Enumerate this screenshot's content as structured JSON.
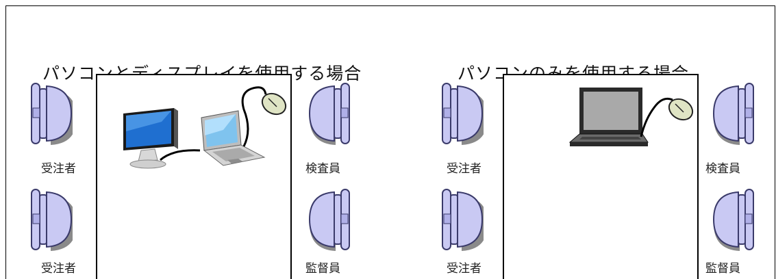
{
  "scenarios": [
    {
      "heading": "パソコンとディスプレイを使用する場合",
      "left_labels": [
        "受注者",
        "受注者"
      ],
      "right_labels": [
        "検査員",
        "監督員"
      ]
    },
    {
      "heading": "パソコンのみを使用する場合",
      "left_labels": [
        "受注者",
        "受注者"
      ],
      "right_labels": [
        "検査員",
        "監督員"
      ]
    }
  ],
  "colors": {
    "chair_fill": "#c9c9f3",
    "chair_stroke": "#3a3a6a",
    "chair_shadow": "#8a8a8a",
    "table_border": "#000000",
    "monitor_screen": "#1f6fd0",
    "mouse_fill": "#dfe4c4"
  }
}
